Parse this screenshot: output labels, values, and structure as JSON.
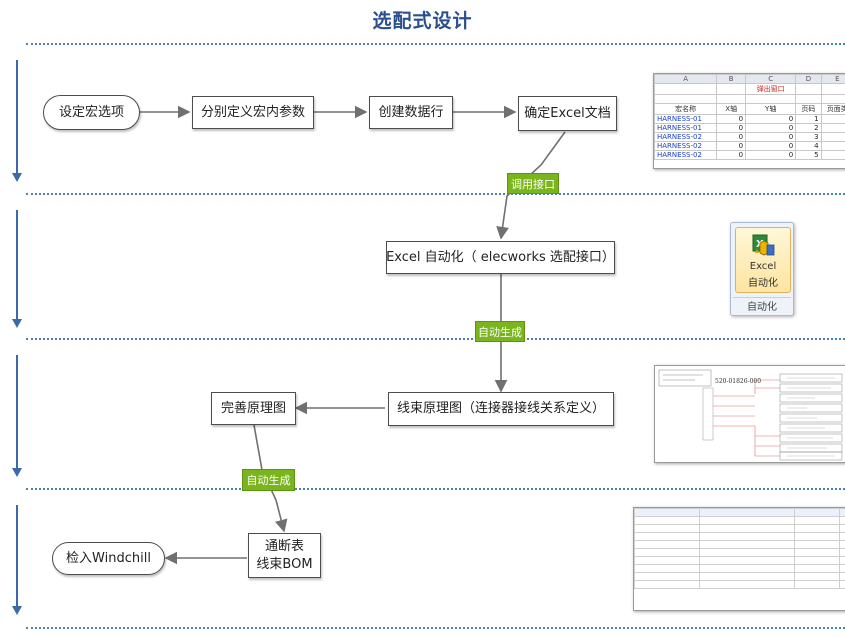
{
  "title": "选配式设计",
  "nodes": {
    "set_macro": "设定宏选项",
    "define_params": "分别定义宏内参数",
    "create_rows": "创建数据行",
    "confirm_excel": "确定Excel文档",
    "excel_auto": "Excel 自动化（ elecworks 选配接口）",
    "harness_schematic": "线束原理图（连接器接线关系定义）",
    "refine_schematic": "完善原理图",
    "continuity_bom_line1": "通断表",
    "continuity_bom_line2": "线束BOM",
    "checkin": "检入Windchill"
  },
  "tags": {
    "call_api": "调用接口",
    "auto_gen_1": "自动生成",
    "auto_gen_2": "自动生成"
  },
  "excel_thumb": {
    "col_letters": [
      "A",
      "B",
      "C",
      "D",
      "E"
    ],
    "popup_label": "弹出窗口",
    "headers": [
      "宏名称",
      "X轴",
      "Y轴",
      "页码",
      "页面类"
    ],
    "rows": [
      {
        "name": "HARNESS-01",
        "x": "0",
        "y": "0",
        "page": "1"
      },
      {
        "name": "HARNESS-01",
        "x": "0",
        "y": "0",
        "page": "2"
      },
      {
        "name": "HARNESS-02",
        "x": "0",
        "y": "0",
        "page": "3"
      },
      {
        "name": "HARNESS-02",
        "x": "0",
        "y": "0",
        "page": "4"
      },
      {
        "name": "HARNESS-02",
        "x": "0",
        "y": "0",
        "page": "5"
      }
    ]
  },
  "ribbon": {
    "button_line1": "Excel",
    "button_line2": "自动化",
    "group_label": "自动化",
    "icon": "excel-automation-icon"
  },
  "schematic_thumb": {
    "part_number": "520-01826-000"
  },
  "colors": {
    "title": "#2a4f8f",
    "separator": "#4a7fc0",
    "tag_green": "#7ab51d",
    "connector": "#707070"
  }
}
